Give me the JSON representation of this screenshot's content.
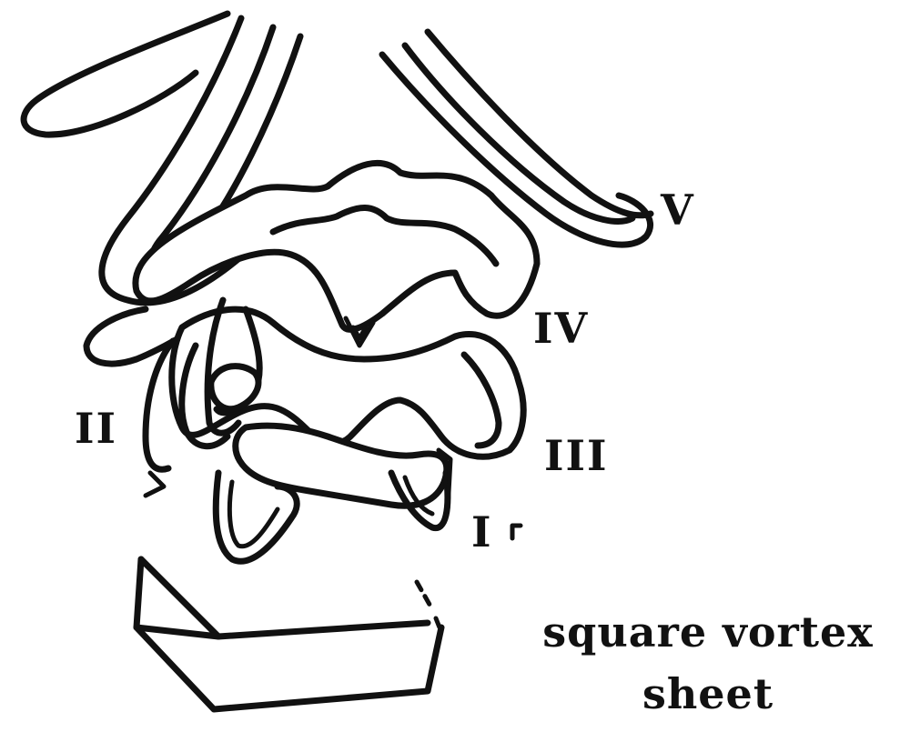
{
  "labels": {
    "v": "V",
    "iv": "IV",
    "iii": "III",
    "ii": "II",
    "i": "I"
  },
  "caption": {
    "line1": "square vortex",
    "line2": "sheet"
  }
}
